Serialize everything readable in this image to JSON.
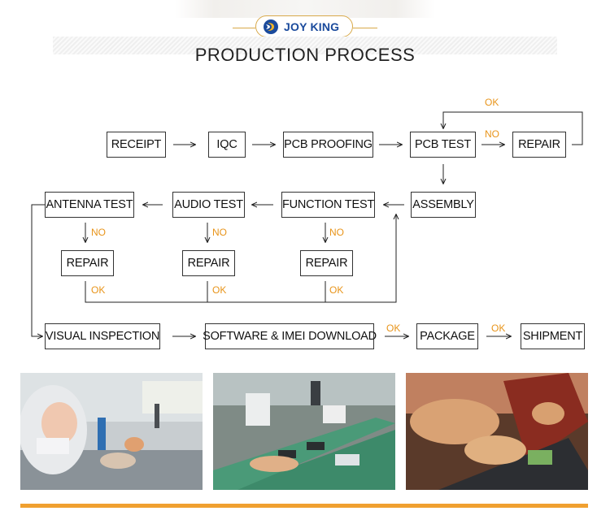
{
  "brand": {
    "name": "JOY KING",
    "accent": "#d8a94a",
    "text_color": "#1a4a9c"
  },
  "title": "PRODUCTION PROCESS",
  "flow": {
    "receipt": "RECEIPT",
    "iqc": "IQC",
    "pcb_proofing": "PCB PROOFING",
    "pcb_test": "PCB TEST",
    "repair_top": "REPAIR",
    "assembly": "ASSEMBLY",
    "function_test": "FUNCTION TEST",
    "audio_test": "AUDIO TEST",
    "antenna_test": "ANTENNA TEST",
    "repair_antenna": "REPAIR",
    "repair_audio": "REPAIR",
    "repair_function": "REPAIR",
    "visual_inspection": "VISUAL INSPECTION",
    "software_imei": "SOFTWARE & IMEI DOWNLOAD",
    "package": "PACKAGE",
    "shipment": "SHIPMENT"
  },
  "labels": {
    "ok": "OK",
    "no": "NO",
    "label_color": "#e8941a"
  },
  "photos": [
    {
      "icon": "worker-soldering-photo"
    },
    {
      "icon": "assembly-line-photo"
    },
    {
      "icon": "phone-testing-photo"
    }
  ],
  "colors": {
    "bottom_bar": "#f0a030",
    "box_border": "#333333"
  }
}
